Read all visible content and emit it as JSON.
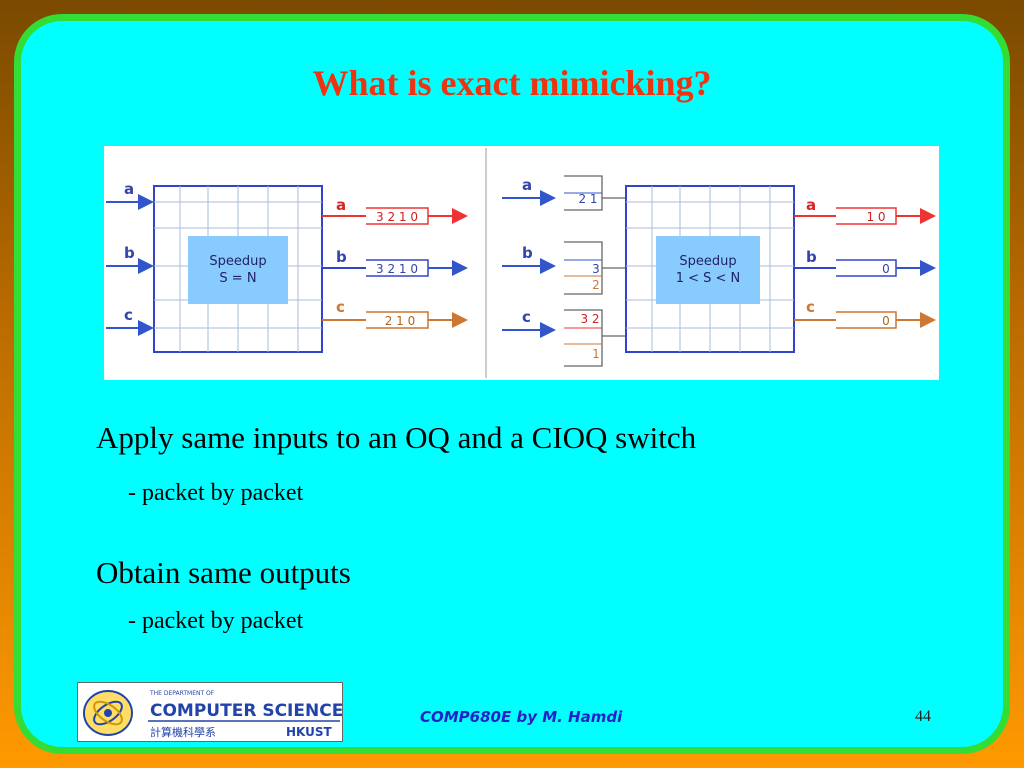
{
  "slide": {
    "title": "What is exact mimicking?",
    "line1": "Apply same inputs to an OQ and a CIOQ switch",
    "sub1": "- packet by packet",
    "line2": "Obtain same outputs",
    "sub2": "- packet by packet",
    "footer": "COMP680E by M. Hamdi",
    "page_number": "44"
  },
  "logo": {
    "small_text": "THE DEPARTMENT OF",
    "big_text": "COMPUTER SCIENCE",
    "chinese_text": "計算機科學系",
    "hkust": "HKUST"
  },
  "diagram": {
    "left": {
      "inputs": [
        "a",
        "b",
        "c"
      ],
      "speedup_line1": "Speedup",
      "speedup_line2": "S = N",
      "outputs": [
        "a",
        "b",
        "c"
      ],
      "output_queues": [
        "3 2 1 0",
        "3 2 1 0",
        "2 1 0"
      ]
    },
    "right": {
      "inputs": [
        "a",
        "b",
        "c"
      ],
      "input_queues": {
        "a_top": "2 1",
        "b_top": "3",
        "b_bottom": "2",
        "c_top": "3 2",
        "c_bottom": "1"
      },
      "speedup_line1": "Speedup",
      "speedup_line2": "1 < S < N",
      "outputs": [
        "a",
        "b",
        "c"
      ],
      "output_queues": [
        "1 0",
        "0",
        "0"
      ]
    },
    "colors": {
      "arrow_blue": "#3355cc",
      "queue_red": "#ee3333",
      "queue_blue": "#3344cc",
      "queue_brown": "#cc7733",
      "switch_fill": "#88ccff",
      "switch_border": "#3344cc"
    }
  }
}
